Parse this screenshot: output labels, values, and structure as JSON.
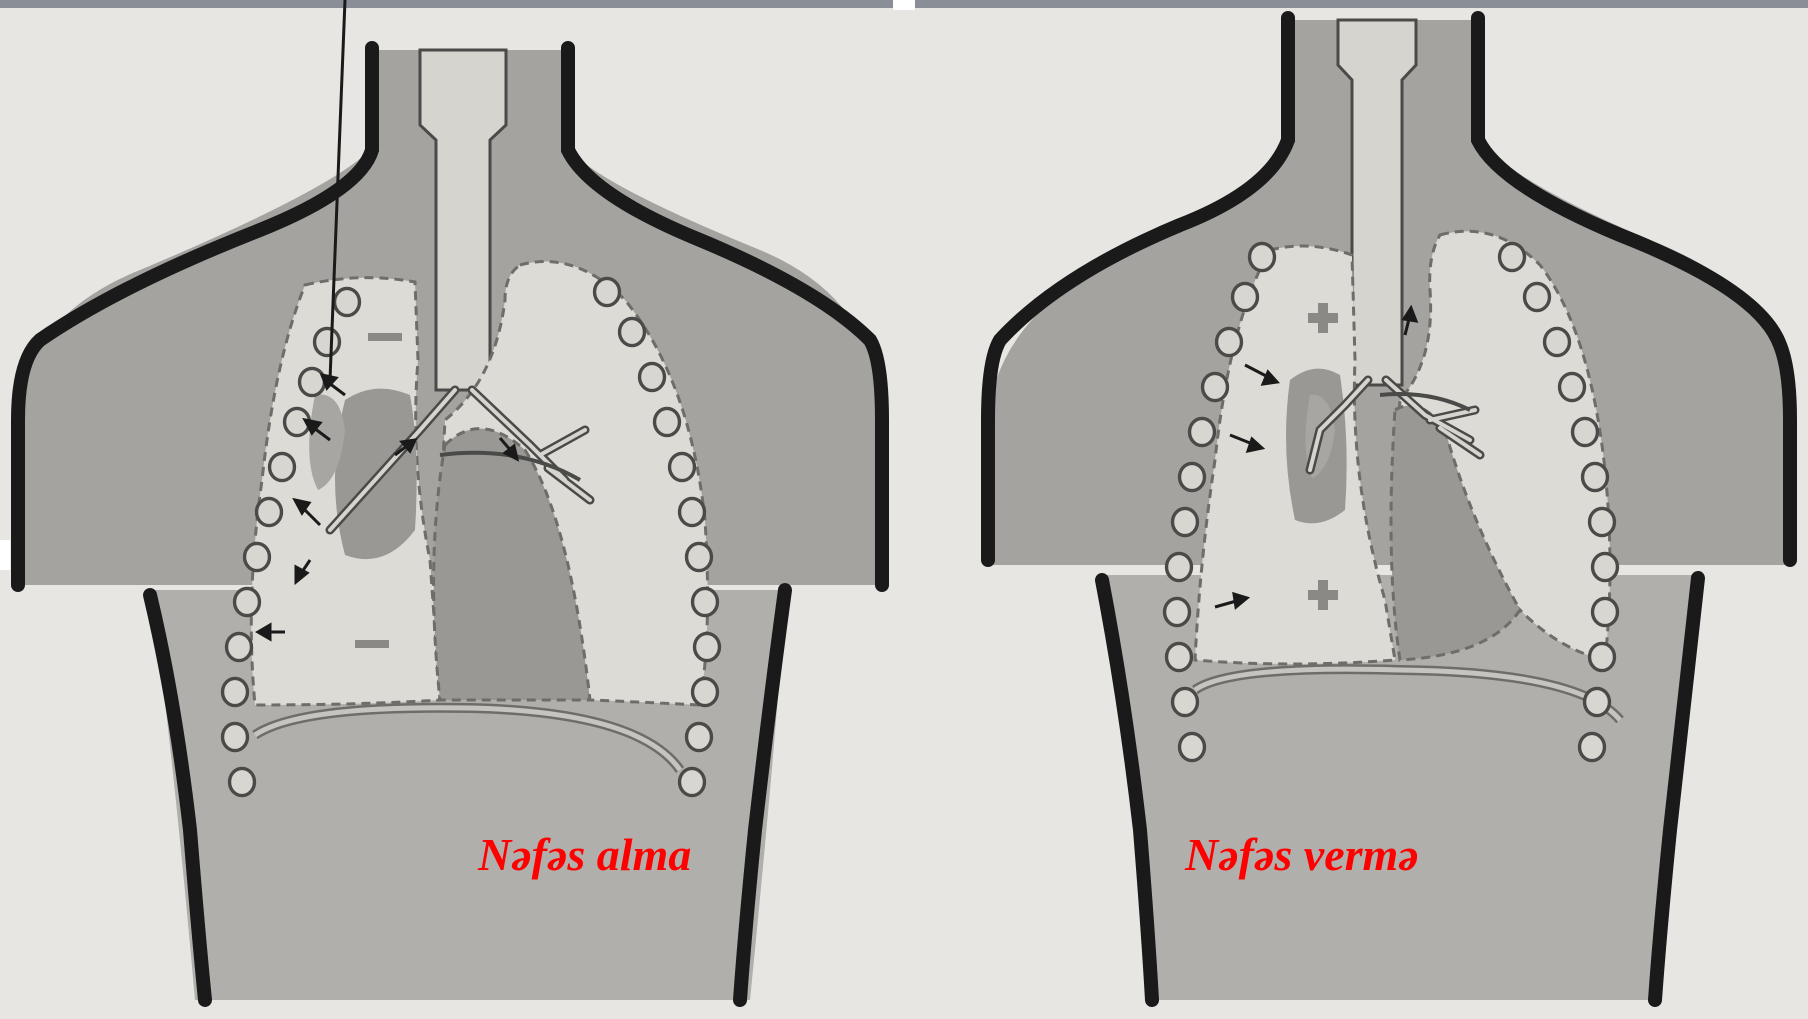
{
  "panels": [
    {
      "caption": "Nəfəs alma",
      "sign": "minus"
    },
    {
      "caption": "Nəfəs vermə",
      "sign": "plus"
    }
  ],
  "colors": {
    "caption": "#ff0000",
    "background": "#e8e6e2",
    "body_fill": "#a4a3a0",
    "abdomen_fill": "#b1afac",
    "lung_fill": "#dddbd6",
    "heart_fill": "#999894",
    "outline": "#1a1a1a",
    "dashed": "#6e6d6a"
  }
}
